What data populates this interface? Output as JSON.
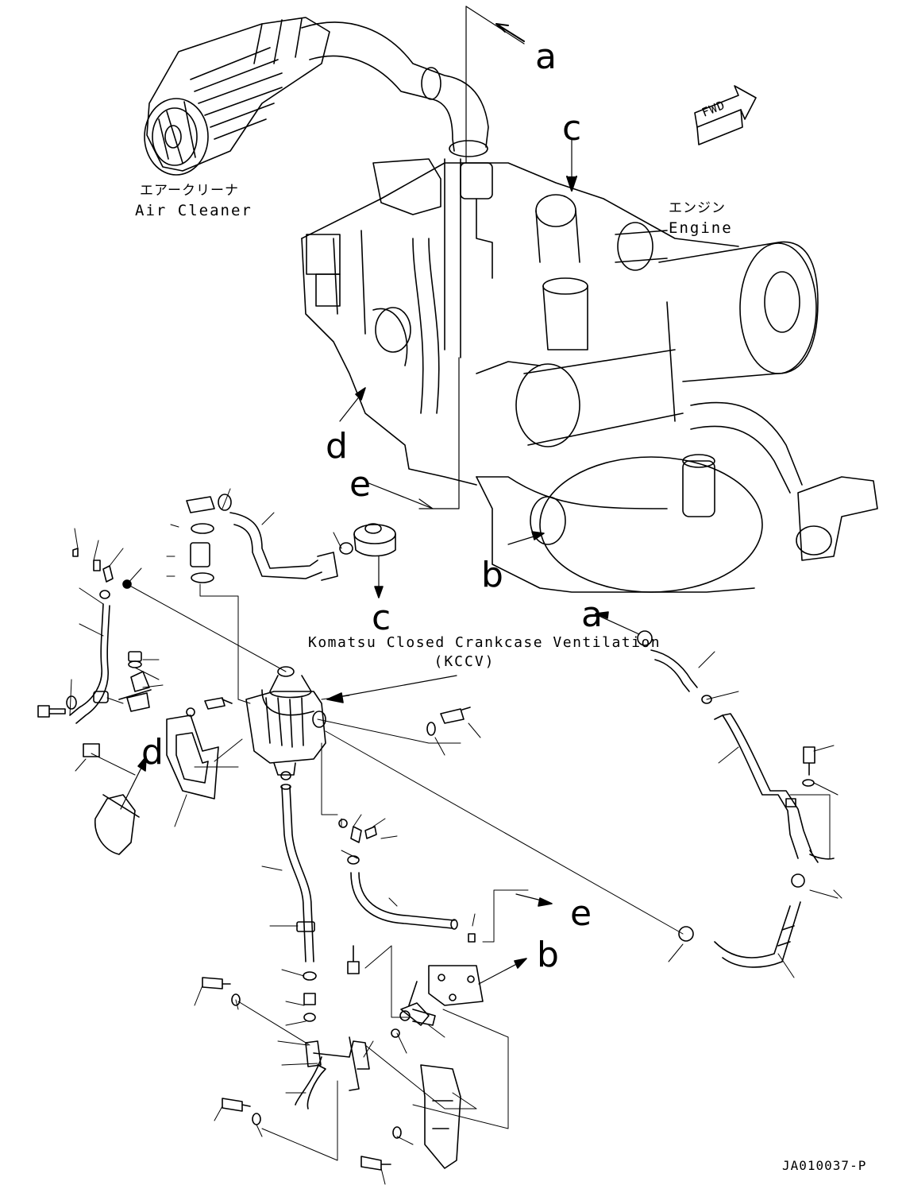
{
  "labels": {
    "air_cleaner_jp": "エアークリーナ",
    "air_cleaner_en": "Air Cleaner",
    "engine_jp": "エンジン",
    "engine_en": "Engine",
    "fwd": "FWD",
    "kccv_line1": "Komatsu Closed Crankcase Ventilation",
    "kccv_line2": "(KCCV)",
    "drawing_number": "JA010037-P"
  },
  "refs": {
    "a_top": "a",
    "c_top": "c",
    "d_top": "d",
    "e_top": "e",
    "b_top": "b",
    "c_mid": "c",
    "a_mid": "a",
    "d_mid": "d",
    "e_low": "e",
    "b_low": "b"
  }
}
